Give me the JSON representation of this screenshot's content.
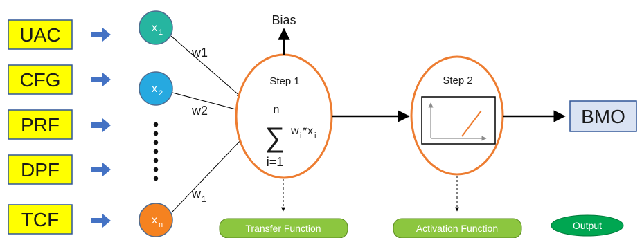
{
  "inputs": [
    "UAC",
    "CFG",
    "PRF",
    "DPF",
    "TCF"
  ],
  "nodes": [
    {
      "base": "x",
      "sub": "1",
      "color": "#26b5a0"
    },
    {
      "base": "x",
      "sub": "2",
      "color": "#26a9e0"
    },
    {
      "base": "x",
      "sub": "n",
      "color": "#f58220"
    }
  ],
  "weights": [
    {
      "base": "w1",
      "sub": ""
    },
    {
      "base": "w2",
      "sub": ""
    },
    {
      "base": "w",
      "sub": "1"
    }
  ],
  "bias": "Bias",
  "step1": {
    "label": "Step 1",
    "sum_top": "n",
    "sum_symbol": "∑",
    "sum_bottom": "i=1",
    "term": {
      "w": "w",
      "wi": "i",
      "star": "*",
      "x": "x",
      "xi": "i"
    }
  },
  "step2": {
    "label": "Step 2"
  },
  "output_box": "BMO",
  "pills": {
    "transfer": "Transfer Function",
    "activation": "Activation Function",
    "output": "Output"
  },
  "colors": {
    "input_fill": "#ffff00",
    "input_border": "#2f5597",
    "block_arrow": "#4472c4",
    "step_ring": "#ed7d31",
    "output_fill": "#dae3f3",
    "output_border": "#2f5597",
    "pill_green": "#8cc63f",
    "pill_dark_green": "#00a651",
    "activation_line": "#ed7d31",
    "axis": "#8c8c8c"
  }
}
